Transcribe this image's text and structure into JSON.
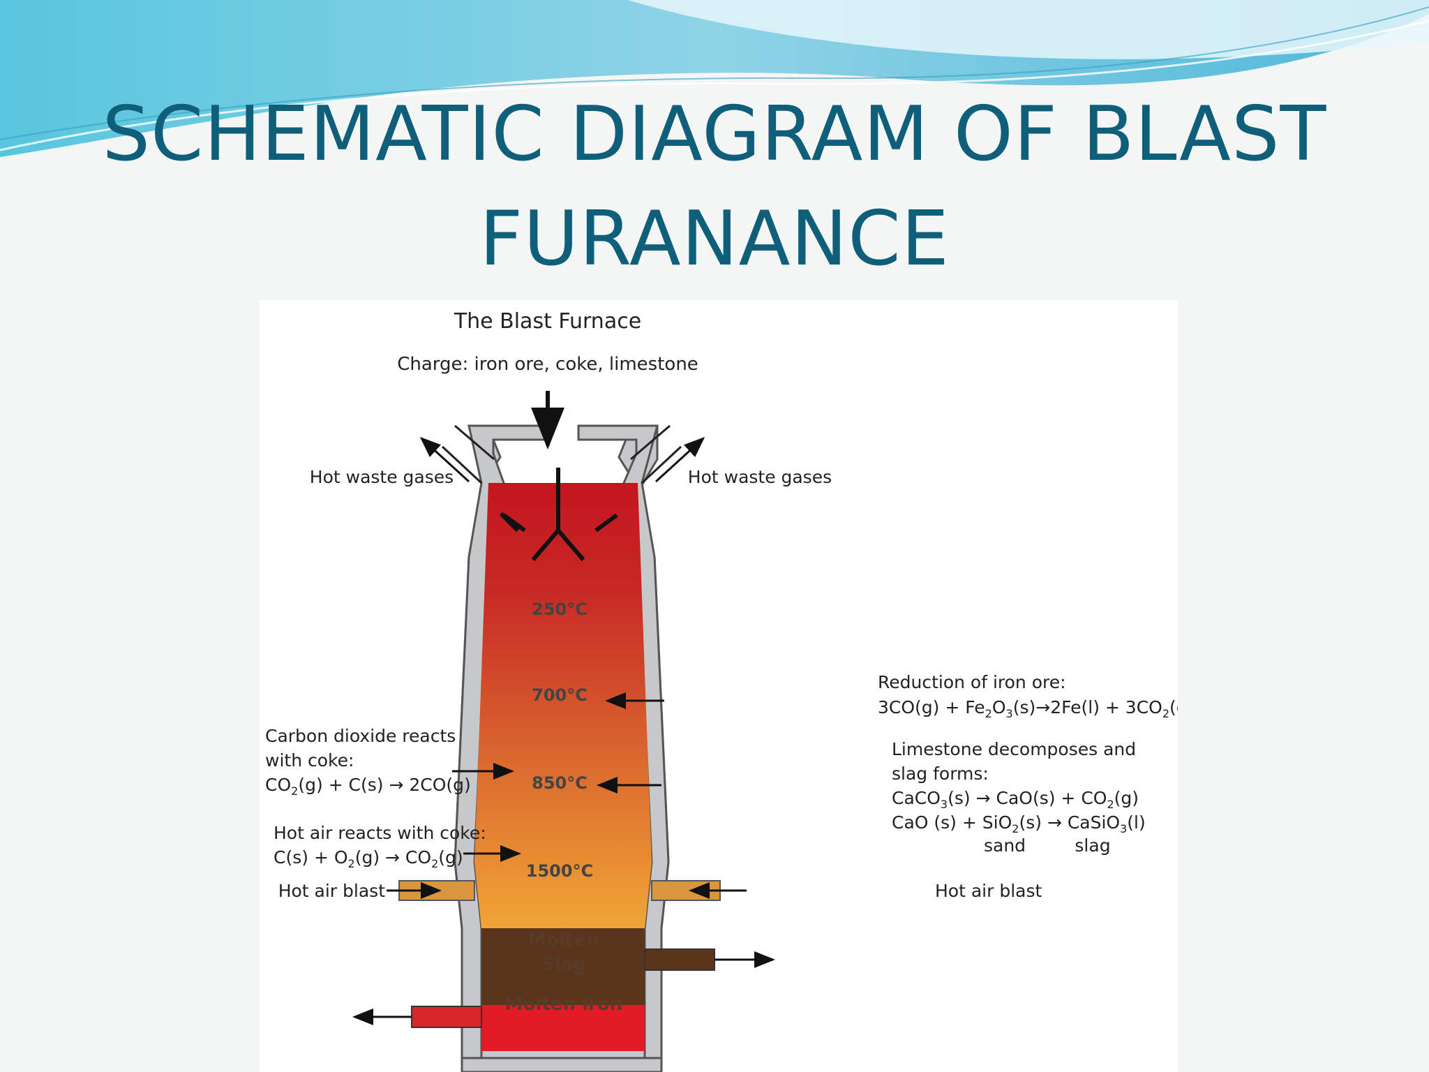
{
  "slide": {
    "title_line1": "SCHEMATIC DIAGRAM OF BLAST",
    "title_line2": "FURANANCE"
  },
  "diagram": {
    "heading": "The Blast Furnace",
    "charge": "Charge: iron ore, coke, limestone",
    "waste_left": "Hot waste gases",
    "waste_right": "Hot waste gases",
    "temps": [
      "250°C",
      "700°C",
      "850°C",
      "1500°C"
    ],
    "slag_line1": "Molten",
    "slag_line2": "Slag",
    "iron": "Molten iron",
    "air_left": "Hot air blast",
    "air_right": "Hot air blast",
    "co2_title1": "Carbon dioxide reacts",
    "co2_title2": "with coke:",
    "co2_eq": [
      "CO",
      "2",
      "(g)  +  C(s) ",
      "→",
      " 2CO(g)"
    ],
    "hot_air_title": "Hot air reacts with coke:",
    "hot_air_eq": [
      "C(s)  +  O",
      "2",
      "(g) ",
      "→",
      " CO",
      "2",
      "(g)"
    ],
    "reduction_title": "Reduction of iron ore:",
    "reduction_eq": [
      "3CO(g) + Fe",
      "2",
      "O",
      "3",
      "(s)",
      "→",
      "2Fe(l) + 3CO",
      "2",
      "(g)"
    ],
    "lime_title1": "Limestone decomposes and",
    "lime_title2": "slag forms:",
    "lime_eq1": [
      "CaCO",
      "3",
      "(s) ",
      "→",
      " CaO(s)  +  CO",
      "2",
      "(g)"
    ],
    "lime_eq2": [
      "CaO (s)  +  SiO",
      "2",
      "(s) ",
      "→",
      " CaSiO",
      "3",
      "(l)"
    ],
    "sand": "sand",
    "slag": "slag"
  },
  "colors": {
    "title": "#0f5f7a",
    "wall": "#c6c8ca",
    "hot_top": "#c4151f",
    "hot_bottom": "#f0a535",
    "slag": "#5a3519",
    "iron": "#e01b24"
  }
}
